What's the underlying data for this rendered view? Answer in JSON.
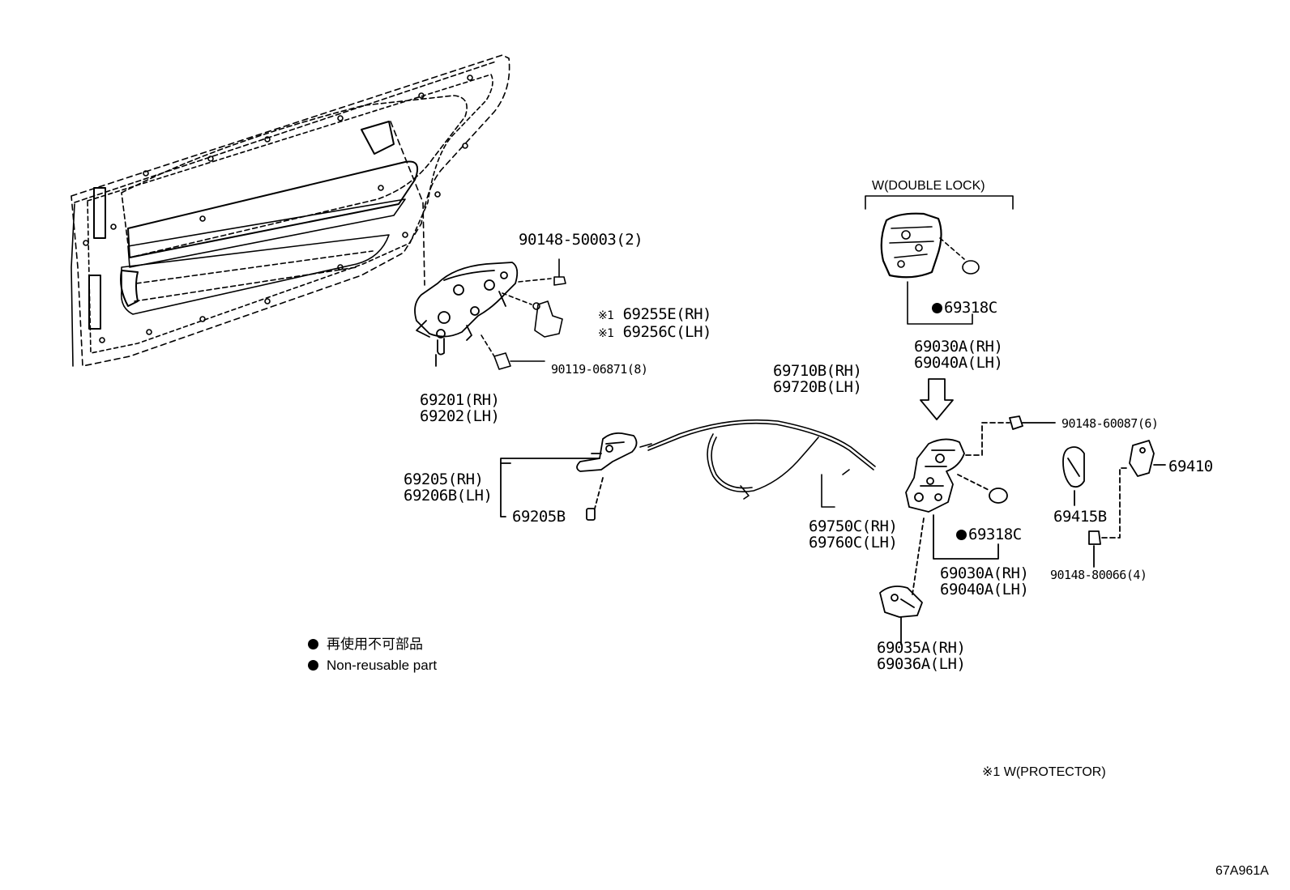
{
  "labels": {
    "bolt_a": "90148-50003(2)",
    "protector_rh": "69255E(RH)",
    "protector_lh": "69256C(LH)",
    "note_mark": "※1",
    "bolt_b": "90119-06871(8)",
    "frame_rh": "69201(RH)",
    "frame_lh": "69202(LH)",
    "cable_rh": "69710B(RH)",
    "cable_lh": "69720B(LH)",
    "inner_handle_rh": "69205(RH)",
    "inner_handle_lh": "69206B(LH)",
    "handle_cap": "69205B",
    "clamp_rh": "69750C(RH)",
    "clamp_lh": "69760C(LH)",
    "double_lock_title": "W(DOUBLE LOCK)",
    "seal_1": "69318C",
    "lock_rh_1": "69030A(RH)",
    "lock_lh_1": "69040A(LH)",
    "seal_2": "69318C",
    "lock_rh_2": "69030A(RH)",
    "lock_lh_2": "69040A(LH)",
    "bolt_c": "90148-60087(6)",
    "striker_cover": "69415B",
    "striker": "69410",
    "bolt_d": "90148-80066(4)",
    "rod_rh": "69035A(RH)",
    "rod_lh": "69036A(LH)"
  },
  "legend": {
    "jp": "再使用不可部品",
    "en": "Non-reusable part"
  },
  "footnote": "※1 W(PROTECTOR)",
  "diagram_code": "67A961A",
  "colors": {
    "ink": "#000000",
    "background": "#ffffff"
  }
}
